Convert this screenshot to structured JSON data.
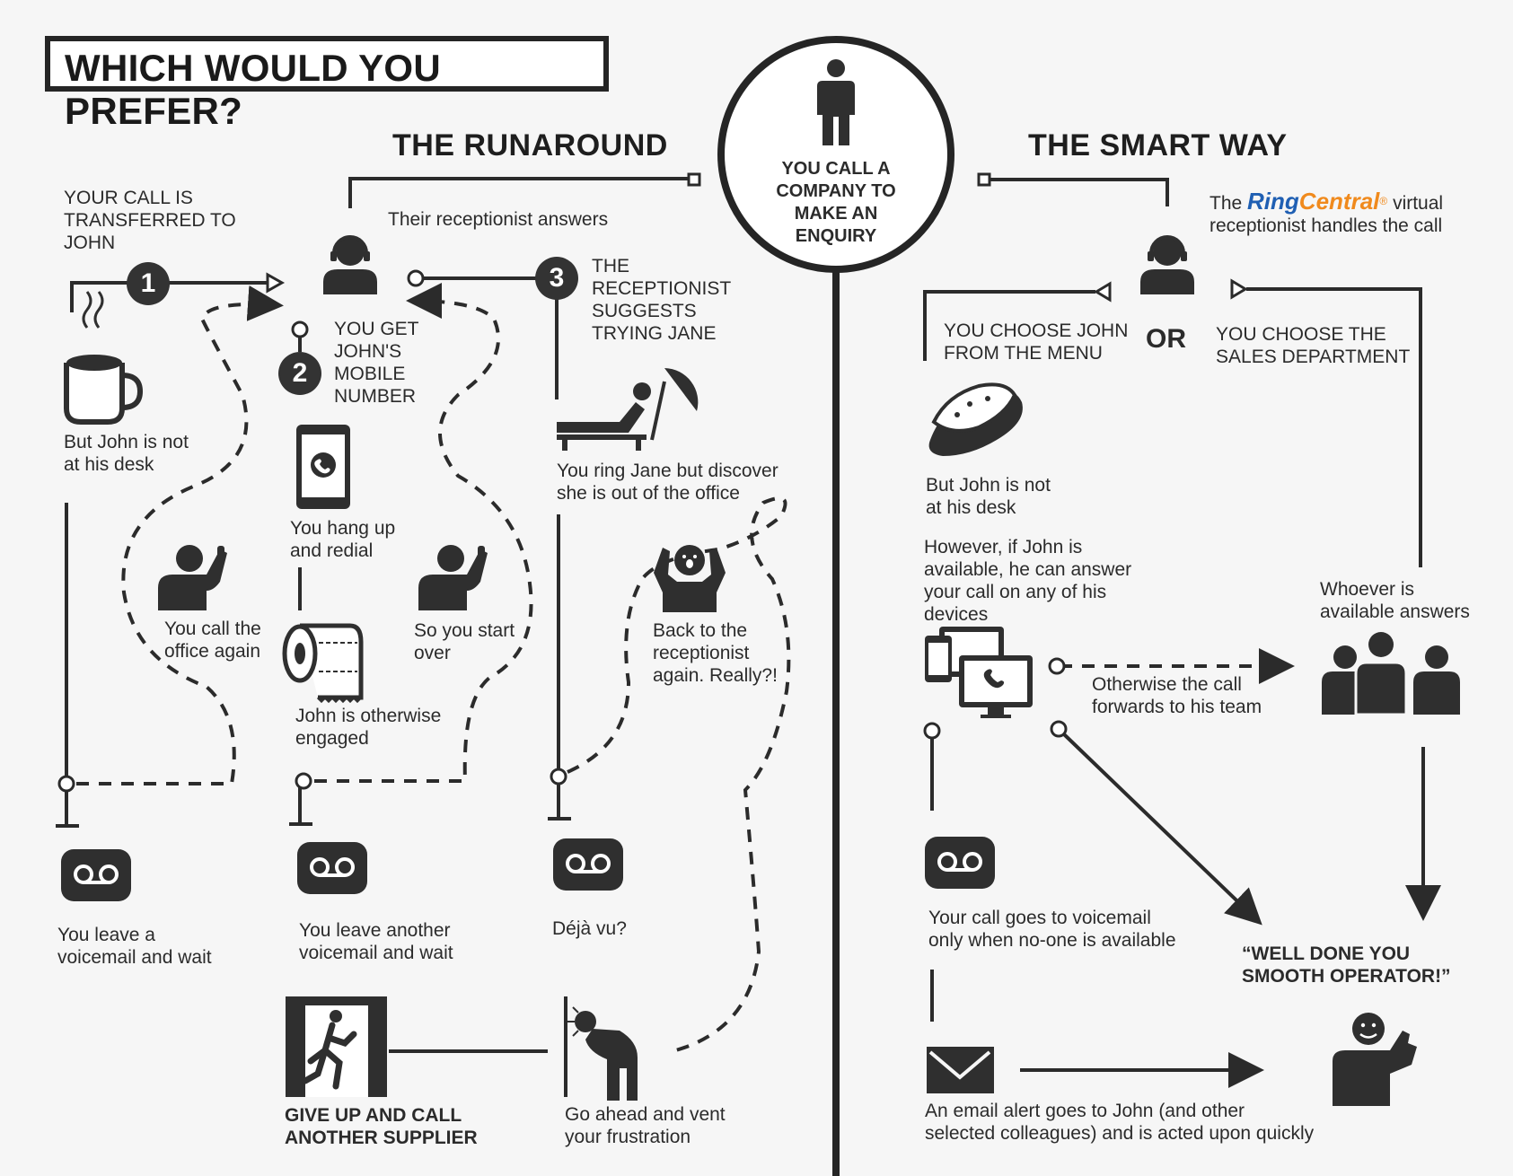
{
  "title": "WHICH WOULD YOU PREFER?",
  "start": {
    "label": "YOU CALL A COMPANY TO MAKE AN ENQUIRY",
    "icon": "person-icon"
  },
  "runaround": {
    "heading": "THE RUNAROUND",
    "receptionist_answers": "Their receptionist answers",
    "step1": {
      "number": "1",
      "label": "YOUR CALL IS TRANSFERRED TO JOHN"
    },
    "step2": {
      "number": "2",
      "label": "YOU GET JOHN'S MOBILE NUMBER"
    },
    "step3": {
      "number": "3",
      "label": "THE RECEPTIONIST SUGGESTS TRYING JANE"
    },
    "john_not_at_desk": "But John is not at his desk",
    "call_office_again": "You call the office again",
    "hang_up": "You hang up and redial",
    "start_over": "So you start over",
    "john_engaged": "John is otherwise engaged",
    "jane_out": "You ring Jane but discover she is out of the office",
    "back_to_receptionist": "Back to the receptionist again. Really?!",
    "voicemail1": "You leave a voicemail and wait",
    "voicemail2": "You leave another voicemail and wait",
    "deja_vu": "Déjà vu?",
    "give_up": "GIVE UP AND CALL ANOTHER SUPPLIER",
    "vent": "Go ahead and vent your frustration"
  },
  "smart": {
    "heading": "THE SMART WAY",
    "virtual_pre": "The",
    "brand_a": "Ring",
    "brand_b": "Central",
    "brand_mark": "®",
    "virtual_post": "virtual receptionist handles the call",
    "choose_john": "YOU CHOOSE JOHN FROM THE MENU",
    "or": "OR",
    "choose_sales": "YOU CHOOSE THE SALES DEPARTMENT",
    "john_not_at_desk": "But John is not at his desk",
    "john_available": "However, if John is available, he can answer your call on any of his devices",
    "whoever_answers": "Whoever is available answers",
    "forwards": "Otherwise the call forwards to his team",
    "voicemail": "Your call goes to voicemail only when no-one is available",
    "well_done": "“WELL DONE YOU SMOOTH OPERATOR!”",
    "email_alert": "An email alert goes to John (and other selected colleagues) and is acted upon quickly"
  },
  "colors": {
    "ink": "#2b2b2b",
    "brand_blue": "#1f5fb3",
    "brand_orange": "#f08a1d",
    "background": "#f6f6f6"
  }
}
